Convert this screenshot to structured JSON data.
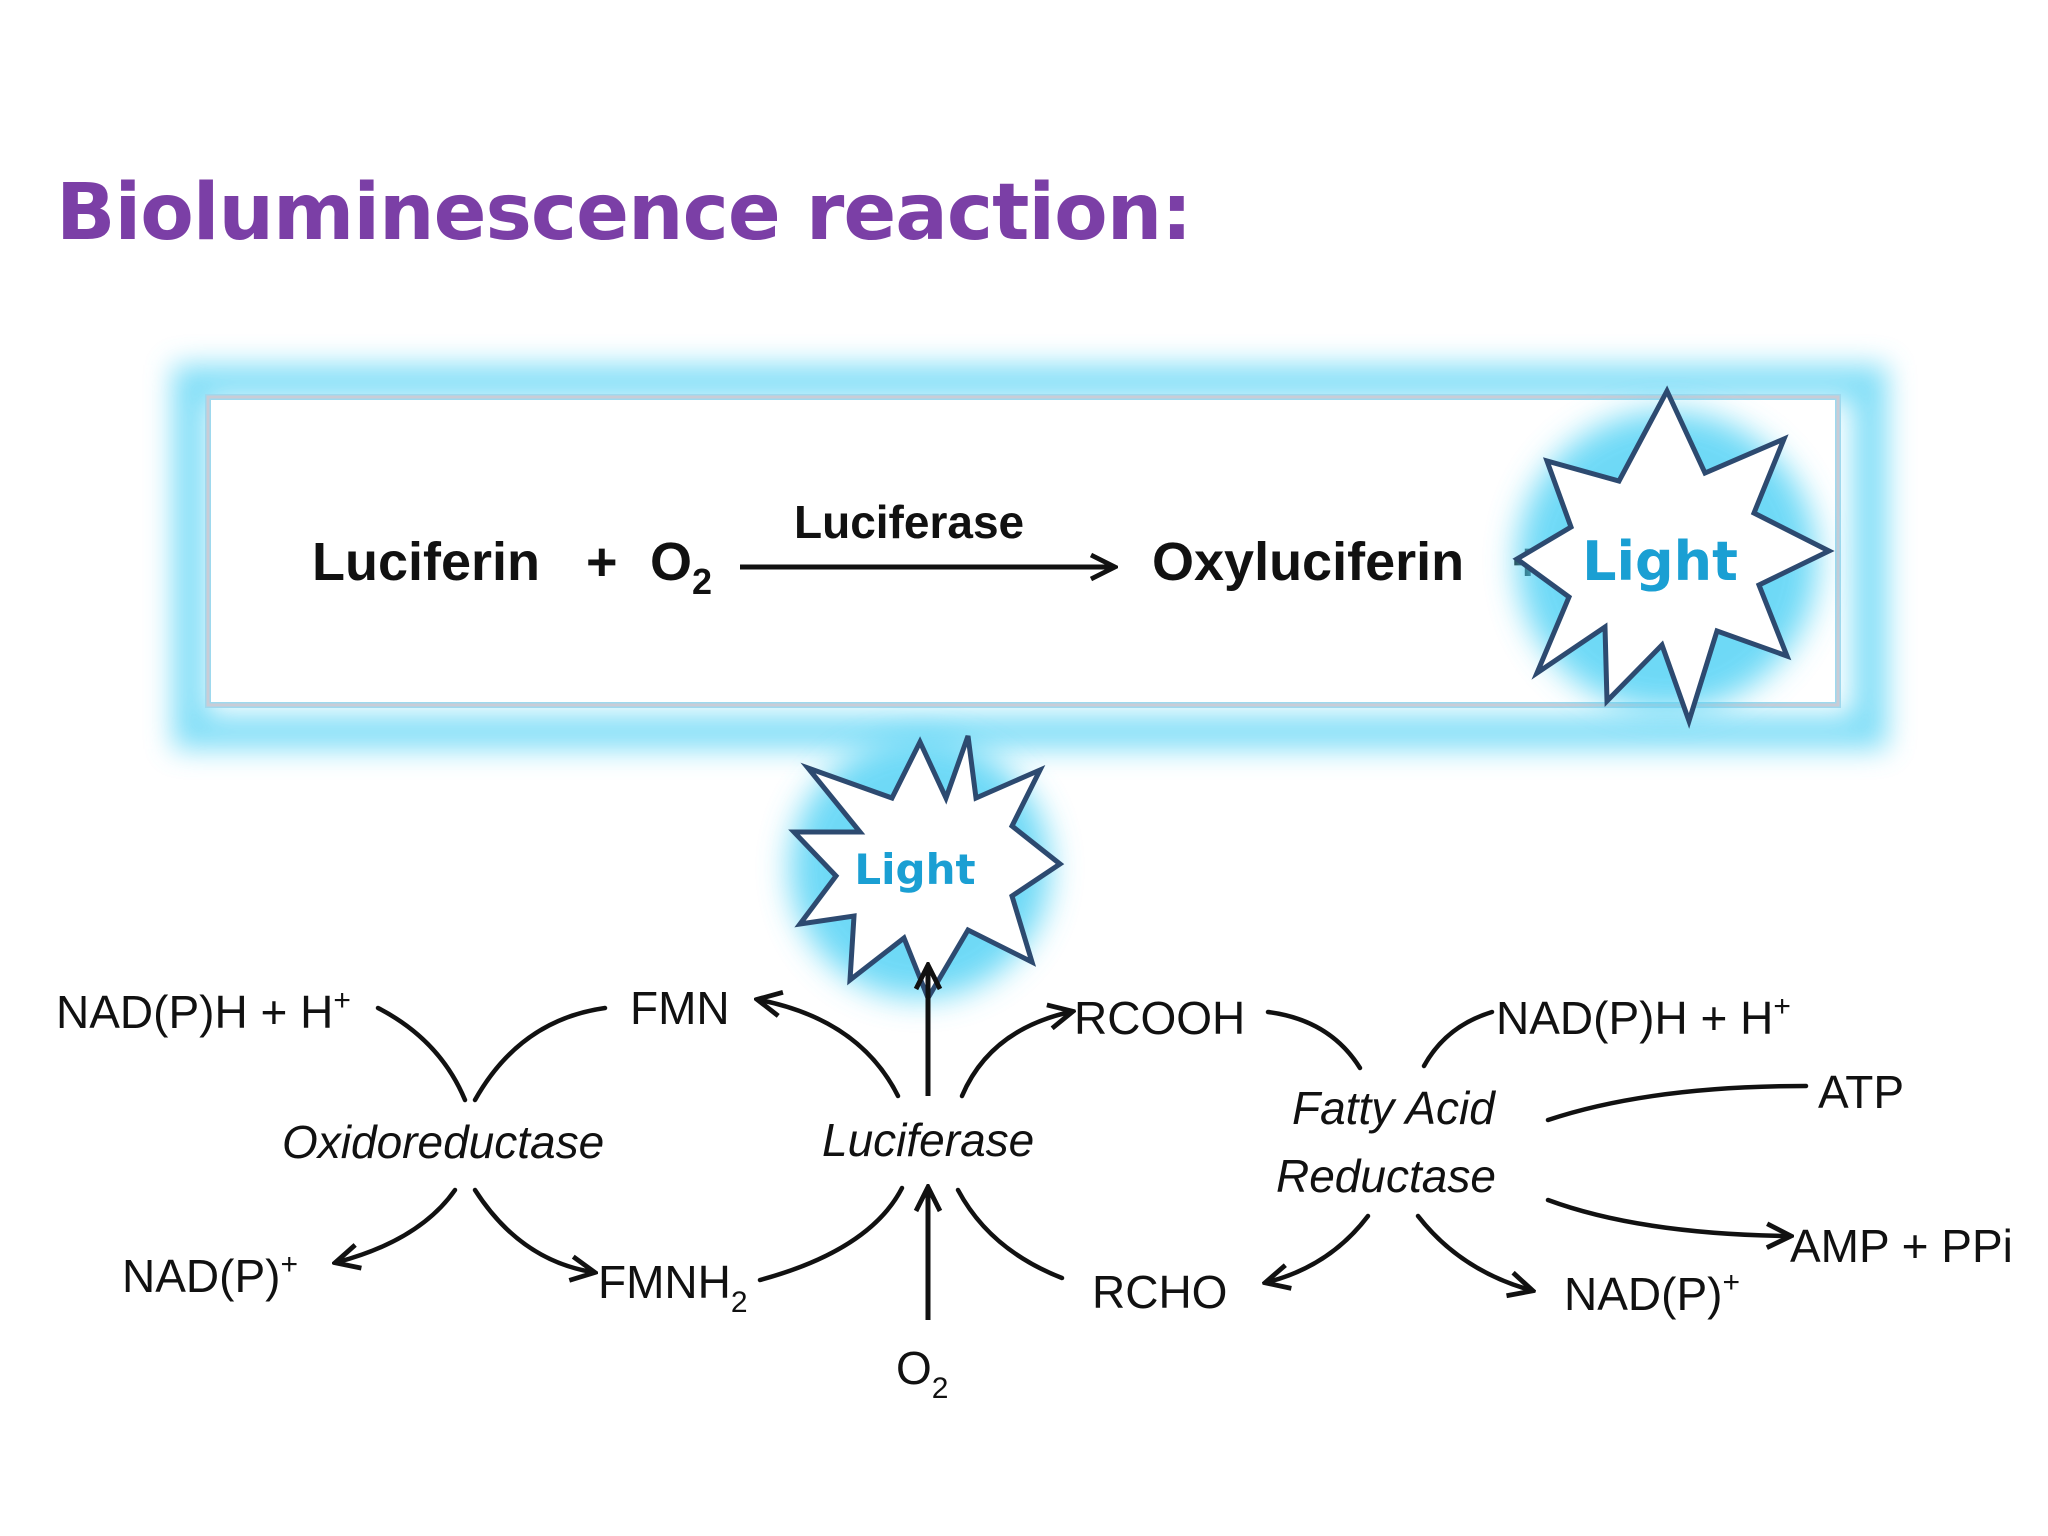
{
  "title": "Bioluminescence reaction:",
  "equation": {
    "reactant1": "Luciferin",
    "plus1": "+",
    "o2": "O",
    "o2_sub": "2",
    "enzyme": "Luciferase",
    "product": "Oxyluciferin",
    "plus2": "+",
    "light": "Light"
  },
  "pathway": {
    "center_light": "Light",
    "left_top": "NAD(P)H + H",
    "left_top_sup": "+",
    "fmn": "FMN",
    "oxidoreductase": "Oxidoreductase",
    "left_bottom": "NAD(P)",
    "left_bottom_sup": "+",
    "fmnh2": "FMNH",
    "fmnh2_sub": "2",
    "luciferase": "Luciferase",
    "o2": "O",
    "o2_sub": "2",
    "rcooh": "RCOOH",
    "rcho": "RCHO",
    "right_top": "NAD(P)H + H",
    "right_top_sup": "+",
    "fatty_line1": "Fatty Acid",
    "fatty_line2": "Reductase",
    "atp": "ATP",
    "amp": "AMP + PPi",
    "right_bottom": "NAD(P)",
    "right_bottom_sup": "+"
  },
  "colors": {
    "title": "#7b3fa6",
    "light_text": "#1a9fd3",
    "glow": "#55d3f5",
    "star_stroke": "#2d4a70"
  }
}
